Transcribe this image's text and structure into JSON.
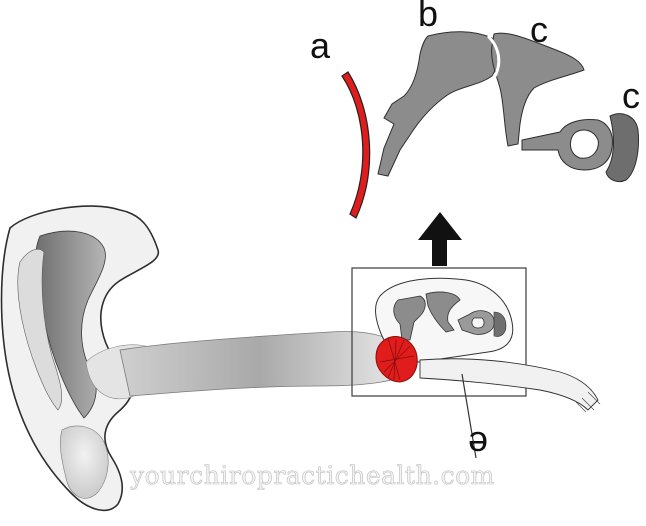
{
  "labels": {
    "a": "a",
    "b": "b",
    "c1": "c",
    "c2": "c",
    "e": "e"
  },
  "watermark": "yourchiropractichealth.com",
  "colors": {
    "eardrum": "#e11c1c",
    "ossicle": "#8c8c8c",
    "outline": "#3a3a3a",
    "ear_light": "#eeeeee",
    "ear_dark": "#8a8a8a"
  },
  "icons": {
    "arrow": "up-arrow-icon"
  }
}
